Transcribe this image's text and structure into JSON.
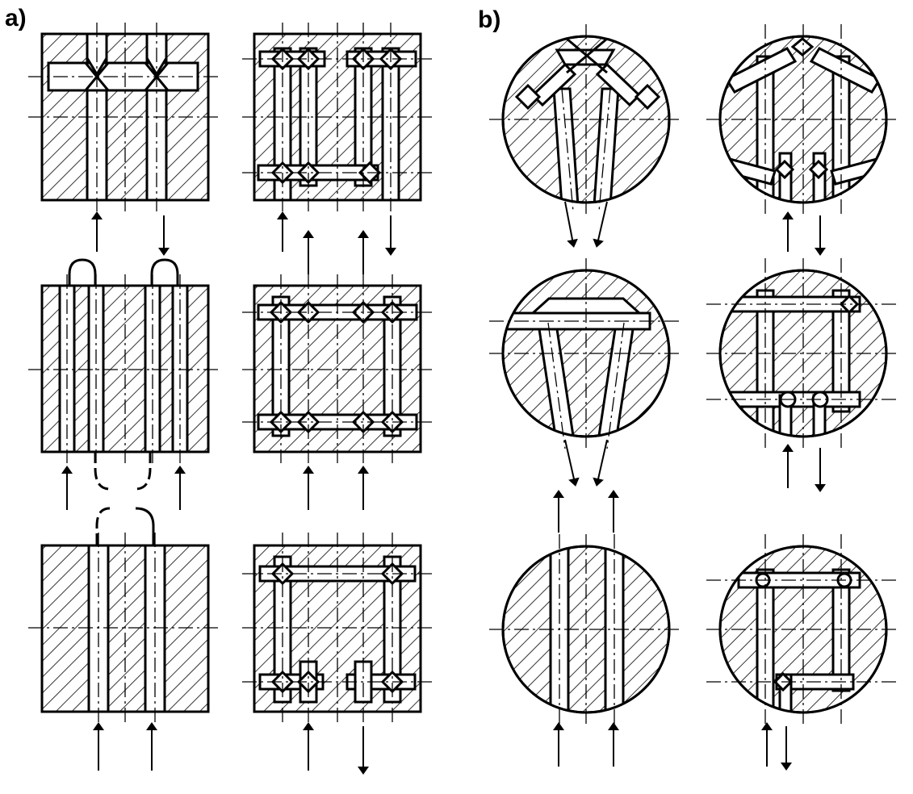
{
  "panels": [
    {
      "label": "a)",
      "shape": "square",
      "views": 6
    },
    {
      "label": "b)",
      "shape": "circle",
      "views": 6
    }
  ],
  "style": {
    "stroke": "#000000",
    "background": "#ffffff",
    "material": "hatched"
  }
}
